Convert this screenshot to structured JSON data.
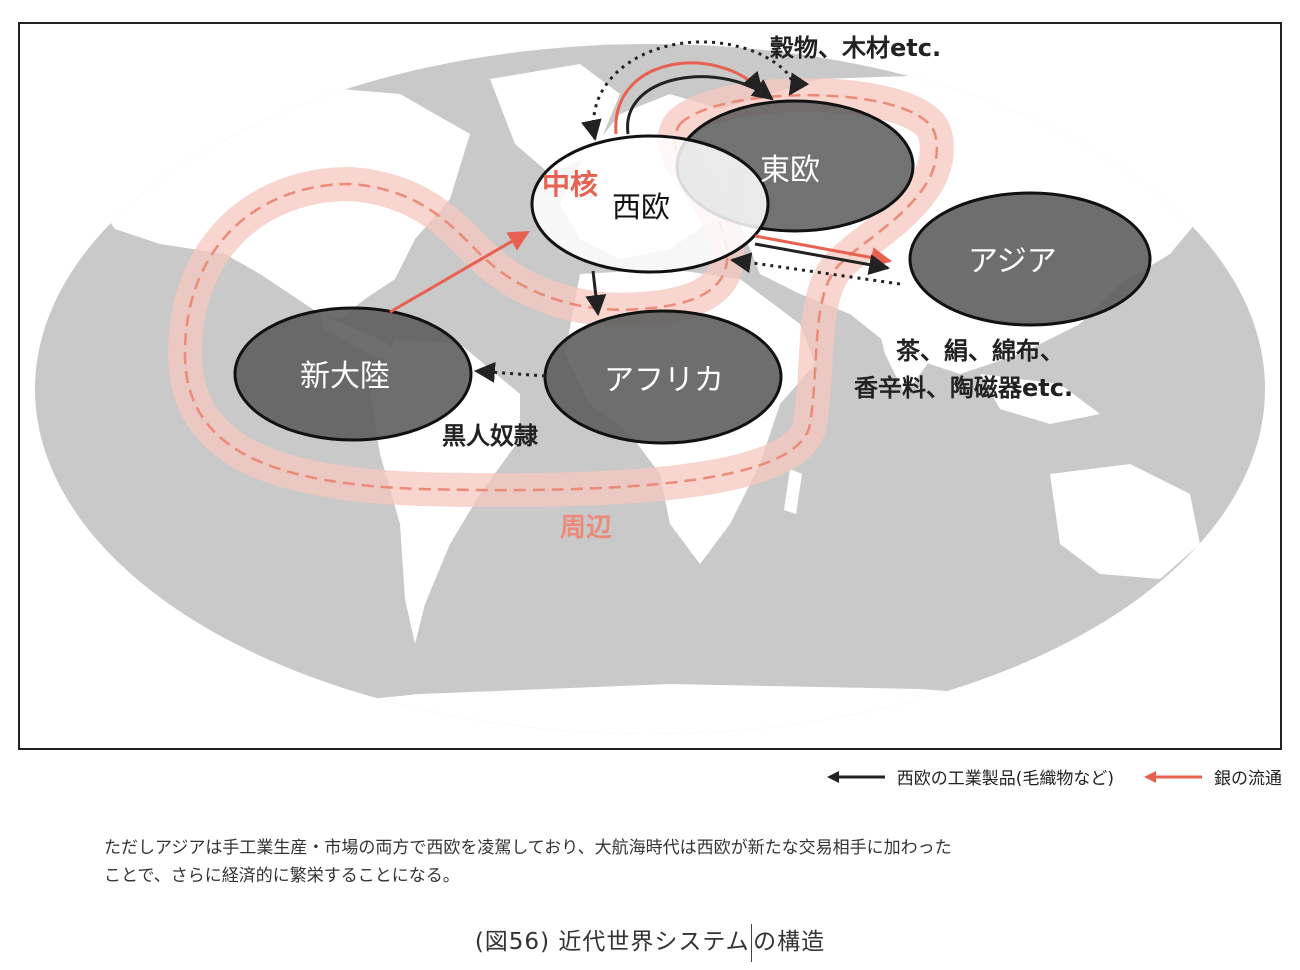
{
  "regions": {
    "core_label": "中核",
    "periphery_label": "周辺",
    "western_europe": "西欧",
    "eastern_europe": "東欧",
    "asia": "アジア",
    "new_world": "新大陸",
    "africa": "アフリカ"
  },
  "goods": {
    "east_europe_goods": "穀物、木材etc.",
    "asia_goods_line1": "茶、絹、綿布、",
    "asia_goods_line2": "香辛料、陶磁器etc.",
    "slaves": "黒人奴隷"
  },
  "legend": {
    "black_arrow": "西欧の工業製品(毛織物など)",
    "red_arrow": "銀の流通"
  },
  "note": {
    "line1": "ただしアジアは手工業生産・市場の両方で西欧を凌駕しており、大航海時代は西欧が新たな交易相手に加わった",
    "line2": "ことで、さらに経済的に繁栄することになる。"
  },
  "caption": {
    "part1": "(図56) 近代世界システム",
    "part2": "の構造"
  },
  "colors": {
    "ocean": "#c9c9c9",
    "land": "#ffffff",
    "region_dark": "#5e5e5e",
    "core_fill": "#ffffff",
    "accent_red": "#e8604f",
    "periphery_band": "#f6c7bd"
  }
}
